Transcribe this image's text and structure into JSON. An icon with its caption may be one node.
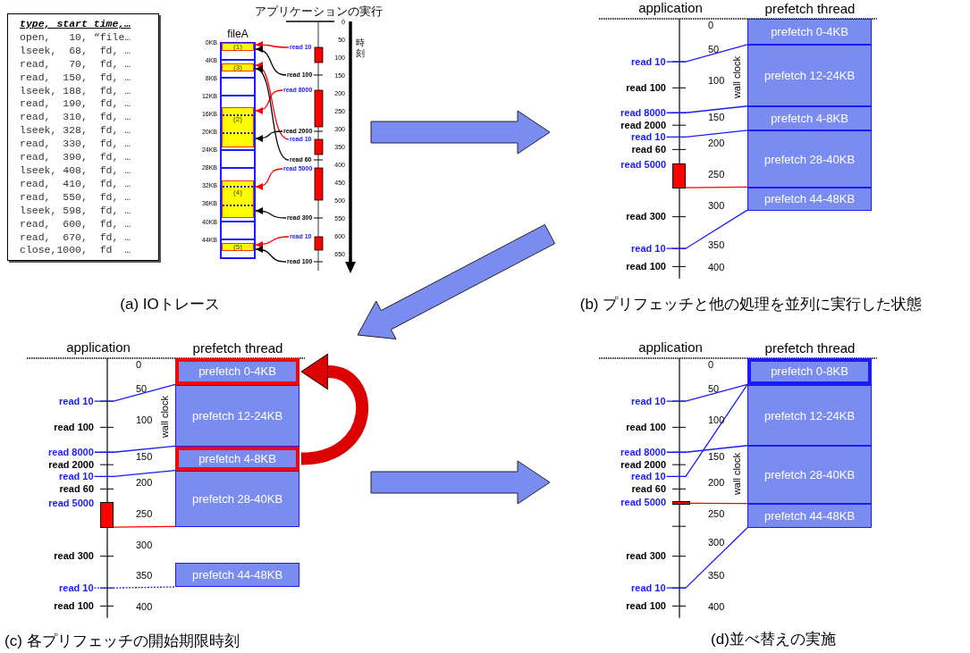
{
  "diagram": {
    "nodes": [
      {
        "text": [
          "(a) IOトレース"
        ]
      },
      {
        "text": [
          "type, start time,…",
          "open,   10, “file…",
          "lseek,  68,  fd, …",
          "read,   70,  fd, …",
          "read,  150,  fd, …",
          "lseek, 188,  fd, …",
          "read,  190,  fd, …",
          "read,  310,  fd, …",
          "lseek, 328,  fd, …",
          "read,  330,  fd, …",
          "read,  390,  fd, …",
          "lseek, 408,  fd, …",
          "read,  410,  fd, …",
          "read,  550,  fd, …",
          "lseek, 598,  fd, …",
          "read,  600,  fd, …",
          "read,  670,  fd, …",
          "close,1000,  fd  …"
        ],
        "in": 0
      },
      {
        "text": [
          "fileA"
        ],
        "in": 0
      },
      {
        "text": [
          "(1)"
        ],
        "in": 2
      },
      {
        "text": [
          "(3)"
        ],
        "in": 2
      },
      {
        "text": [
          "(2)"
        ],
        "in": 2
      },
      {
        "text": [
          "(4)"
        ],
        "in": 2
      },
      {
        "text": [
          "(5)"
        ],
        "in": 2
      },
      {
        "text": [
          "read 10"
        ],
        "in": 0
      },
      {
        "text": [
          "read 100"
        ],
        "in": 0
      },
      {
        "text": [
          "read 8000"
        ],
        "in": 0
      },
      {
        "text": [
          "read 2000"
        ],
        "in": 0
      },
      {
        "text": [
          "read 10"
        ],
        "in": 0
      },
      {
        "text": [
          "read 60"
        ],
        "in": 0
      },
      {
        "text": [
          "read 5000"
        ],
        "in": 0
      },
      {
        "text": [
          "read 300"
        ],
        "in": 0
      },
      {
        "text": [
          "read 10"
        ],
        "in": 0
      },
      {
        "text": [
          "read 100"
        ],
        "in": 0
      },
      {
        "text": [
          "(b) プリフェッチと他の処理を並列に実行した状態"
        ]
      },
      {
        "text": [
          "prefetch 0-4KB"
        ],
        "in": 18
      },
      {
        "text": [
          "prefetch 12-24KB"
        ],
        "in": 18
      },
      {
        "text": [
          "prefetch 4-8KB"
        ],
        "in": 18
      },
      {
        "text": [
          "prefetch 28-40KB"
        ],
        "in": 18
      },
      {
        "text": [
          "prefetch 44-48KB"
        ],
        "in": 18
      },
      {
        "text": [
          "read 10"
        ],
        "in": 18
      },
      {
        "text": [
          "read 8000"
        ],
        "in": 18
      },
      {
        "text": [
          "read 10"
        ],
        "in": 18
      },
      {
        "text": [],
        "shape": "bar",
        "in": 18,
        "beside": [
          "read 5000"
        ]
      },
      {
        "text": [
          "read 10"
        ],
        "in": 18
      },
      {
        "text": [
          "(c) 各プリフェッチの開始期限時刻"
        ]
      },
      {
        "text": [
          "prefetch 0-4KB"
        ],
        "in": 29
      },
      {
        "text": [
          "prefetch 12-24KB"
        ],
        "in": 29
      },
      {
        "text": [
          "prefetch 4-8KB"
        ],
        "in": 29
      },
      {
        "text": [
          "prefetch 28-40KB"
        ],
        "in": 29
      },
      {
        "text": [
          "prefetch 44-48KB"
        ],
        "in": 29
      },
      {
        "text": [
          "read 10"
        ],
        "in": 29
      },
      {
        "text": [
          "read 8000"
        ],
        "in": 29
      },
      {
        "text": [
          "read 10"
        ],
        "in": 29
      },
      {
        "text": [],
        "shape": "bar",
        "in": 29,
        "beside": [
          "read 5000"
        ]
      },
      {
        "text": [
          "read 10"
        ],
        "in": 29
      },
      {
        "text": [
          "(d)並べ替えの実施"
        ]
      },
      {
        "text": [
          "prefetch 0-8KB"
        ],
        "in": 40
      },
      {
        "text": [
          "prefetch 12-24KB"
        ],
        "in": 40
      },
      {
        "text": [
          "prefetch 28-40KB"
        ],
        "in": 40
      },
      {
        "text": [
          "prefetch 44-48KB"
        ],
        "in": 40
      },
      {
        "text": [
          "read 10"
        ],
        "in": 40
      },
      {
        "text": [
          "read 8000"
        ],
        "in": 40
      },
      {
        "text": [
          "read 10"
        ],
        "in": 40
      },
      {
        "text": [],
        "shape": "bar",
        "in": 40,
        "beside": [
          "read 5000"
        ]
      },
      {
        "text": [
          "read 10"
        ],
        "in": 40
      }
    ],
    "edges": [
      {
        "from": 0,
        "to": 18,
        "arrow": "to",
        "style": "thick"
      },
      {
        "from": 18,
        "to": 29,
        "arrow": "to",
        "style": "thick"
      },
      {
        "from": 29,
        "to": 40,
        "arrow": "to",
        "style": "thick"
      },
      {
        "from": 8,
        "to": 3,
        "arrow": "to",
        "color": "#ff0000"
      },
      {
        "from": 10,
        "to": 5,
        "arrow": "to",
        "color": "#ff0000"
      },
      {
        "from": 12,
        "to": 4,
        "arrow": "to",
        "color": "#ff0000"
      },
      {
        "from": 14,
        "to": 6,
        "arrow": "to",
        "color": "#ff0000"
      },
      {
        "from": 16,
        "to": 7,
        "arrow": "to",
        "color": "#ff0000"
      },
      {
        "from": 9,
        "to": 3,
        "arrow": "to",
        "color": "#000000"
      },
      {
        "from": 11,
        "to": 5,
        "arrow": "to",
        "color": "#000000"
      },
      {
        "from": 13,
        "to": 4,
        "arrow": "to",
        "color": "#000000"
      },
      {
        "from": 15,
        "to": 6,
        "arrow": "to",
        "color": "#000000"
      },
      {
        "from": 17,
        "to": 7,
        "arrow": "to",
        "color": "#000000"
      },
      {
        "from": 24,
        "to": 19,
        "arrow": "none"
      },
      {
        "from": 25,
        "to": 20,
        "arrow": "none"
      },
      {
        "from": 26,
        "to": 21,
        "arrow": "none"
      },
      {
        "from": 27,
        "to": 22,
        "arrow": "none",
        "color": "#ff0000"
      },
      {
        "from": 28,
        "to": 23,
        "arrow": "none"
      },
      {
        "from": 35,
        "to": 30,
        "arrow": "none"
      },
      {
        "from": 36,
        "to": 31,
        "arrow": "none"
      },
      {
        "from": 37,
        "to": 32,
        "arrow": "none"
      },
      {
        "from": 38,
        "to": 33,
        "arrow": "none",
        "color": "#ff0000"
      },
      {
        "from": 39,
        "to": 34,
        "arrow": "none",
        "style": "dashed"
      },
      {
        "from": 32,
        "to": 30,
        "arrow": "to",
        "style": "thick",
        "color": "#dd0000"
      },
      {
        "from": 45,
        "to": 41,
        "arrow": "none"
      },
      {
        "from": 47,
        "to": 41,
        "arrow": "none"
      },
      {
        "from": 46,
        "to": 42,
        "arrow": "none"
      },
      {
        "from": 48,
        "to": 43,
        "arrow": "none",
        "color": "#ff0000"
      },
      {
        "from": 49,
        "to": 44,
        "arrow": "none"
      }
    ],
    "labels": [
      "0KB",
      "4KB",
      "8KB",
      "12KB",
      "16KB",
      "20KB",
      "24KB",
      "28KB",
      "32KB",
      "36KB",
      "40KB",
      "44KB",
      "アプリケーションの実行",
      "0",
      "50",
      "100",
      "150",
      "200",
      "250",
      "300",
      "350",
      "400",
      "450",
      "500",
      "550",
      "600",
      "650",
      "時刻",
      "application",
      "prefetch thread",
      "wall clock",
      "0",
      "50",
      "100",
      "150",
      "200",
      "250",
      "300",
      "350",
      "400",
      "read 100",
      "read 2000",
      "read 60",
      "read 300",
      "read 100",
      "application",
      "prefetch thread",
      "wall clock",
      "0",
      "50",
      "100",
      "150",
      "200",
      "250",
      "300",
      "350",
      "400",
      "read 100",
      "read 2000",
      "read 60",
      "read 300",
      "read 100",
      "application",
      "prefetch thread",
      "wall clock",
      "0",
      "50",
      "100",
      "150",
      "200",
      "250",
      "300",
      "350",
      "400",
      "read 100",
      "read 2000",
      "read 60",
      "read 300",
      "read 100"
    ]
  }
}
